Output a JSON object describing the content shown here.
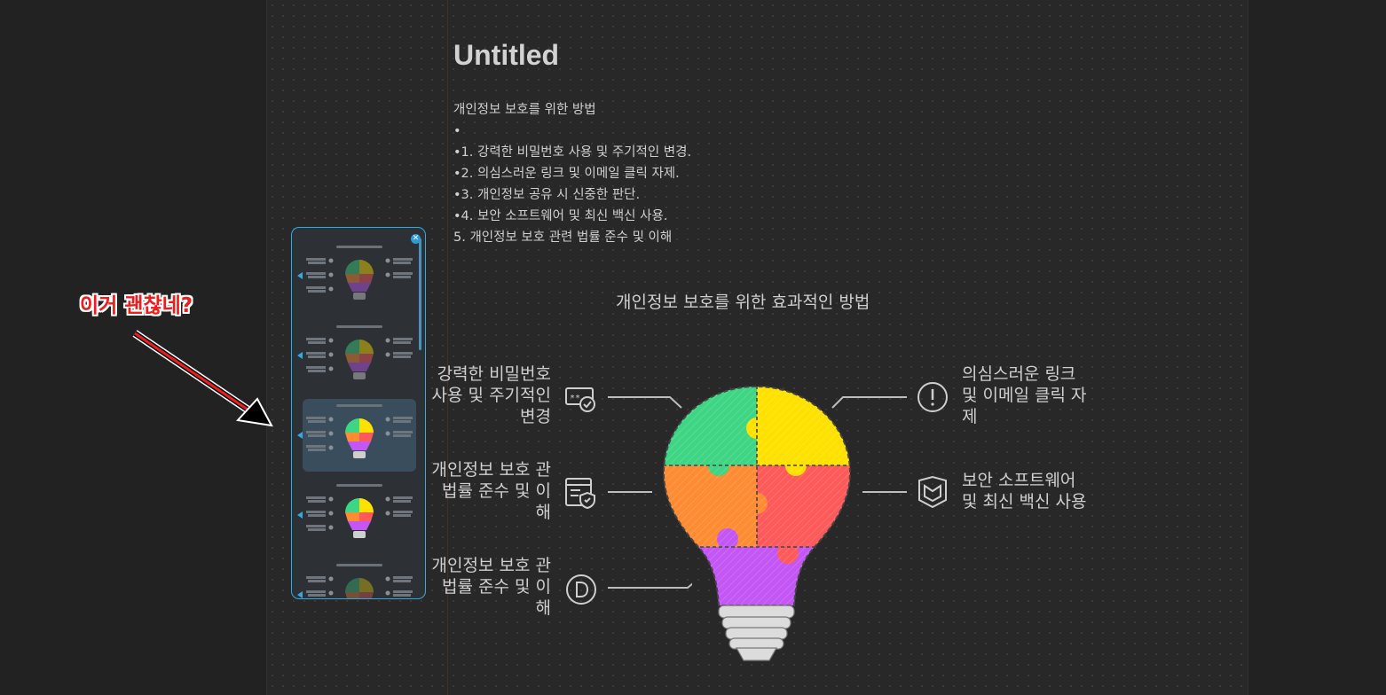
{
  "document": {
    "title": "Untitled",
    "lines": [
      "개인정보 보호를 위한 방법",
      "•",
      "•1. 강력한 비밀번호 사용 및 주기적인 변경.",
      "•2. 의심스러운 링크 및 이메일 클릭 자제.",
      "•3. 개인정보 공유 시 신중한 판단.",
      "•4. 보안 소프트웨어 및 최신 백신 사용.",
      "5. 개인정보 보호 관련 법률 준수 및 이해"
    ]
  },
  "infographic": {
    "title": "개인정보 보호를 위한 효과적인 방법",
    "items": {
      "left_1": [
        "강력한 비밀번호",
        "사용 및 주기적인",
        "변경"
      ],
      "left_2": [
        "개인정보 보호 관",
        "법률 준수 및 이",
        "해"
      ],
      "left_3": [
        "개인정보 보호 관",
        "법률 준수 및 이",
        "해"
      ],
      "right_1": [
        "의심스러운 링크",
        "및 이메일 클릭 자",
        "제"
      ],
      "right_2": [
        "보안 소프트웨어",
        "및 최신 백신 사용"
      ]
    },
    "icons": {
      "left_1": "password-icon",
      "left_2": "legal-document-icon",
      "left_3": "d-circle-icon",
      "right_1": "alert-icon",
      "right_2": "shield-icon"
    },
    "piece_colors": {
      "green": "#3ed684",
      "yellow": "#ffe100",
      "orange": "#ff8c33",
      "red": "#ff5a5a",
      "purple": "#c356f5"
    }
  },
  "style_panel": {
    "close_icon": "close-icon",
    "thumbnail_count": 5,
    "selected_index": 2,
    "accent": "#36a9e0"
  },
  "annotation": {
    "label": "이거 괜찮네?",
    "color": "#ee1c1c"
  }
}
